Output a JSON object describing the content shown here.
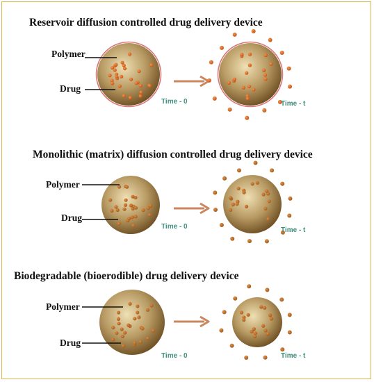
{
  "panels": [
    {
      "title": "Reservoir diffusion controlled drug delivery device",
      "polymer_label": "Polymer",
      "drug_label": "Drug",
      "time_initial": "Time - 0",
      "time_final": "Time - t",
      "has_membrane": true
    },
    {
      "title": "Monolithic (matrix) diffusion controlled drug delivery device",
      "polymer_label": "Polymer",
      "drug_label": "Drug",
      "time_initial": "Time - 0",
      "time_final": "Time - t",
      "has_membrane": false
    },
    {
      "title": "Biodegradable (bioerodible) drug delivery device",
      "polymer_label": "Polymer",
      "drug_label": "Drug",
      "time_initial": "Time - 0",
      "time_final": "Time - t",
      "has_membrane": false
    }
  ],
  "colors": {
    "frame_border": "#d7b64a",
    "sphere_light": "#efe0b4",
    "sphere_dark": "#6d4e22",
    "membrane": "#d8787a",
    "drug_dot": "#d65f1c",
    "arrow": "#c9865f",
    "time_text": "#3f8f7e"
  }
}
